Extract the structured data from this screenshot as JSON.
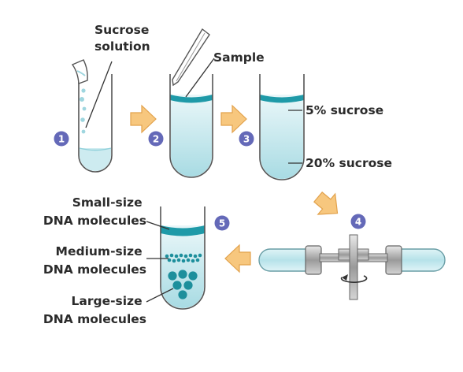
{
  "labels": {
    "sucrose_solution_line1": "Sucrose",
    "sucrose_solution_line2": "solution",
    "sample": "Sample",
    "five_percent": "5% sucrose",
    "twenty_percent": "20% sucrose",
    "small_line1": "Small-size",
    "small_line2": "DNA molecules",
    "medium_line1": "Medium-size",
    "medium_line2": "DNA molecules",
    "large_line1": "Large-size",
    "large_line2": "DNA molecules"
  },
  "steps": [
    "1",
    "2",
    "3",
    "4",
    "5"
  ],
  "colors": {
    "liquid_light": "#d6eef2",
    "liquid_mid": "#a8dbe3",
    "band": "#1f9aa8",
    "molecule": "#1d8f9c",
    "tube_outline": "#555555",
    "step_circle": "#6469b8",
    "arrow_fill": "#f7c77e",
    "arrow_stroke": "#e2a24c",
    "rotor_arm": "#bfe6ec"
  }
}
